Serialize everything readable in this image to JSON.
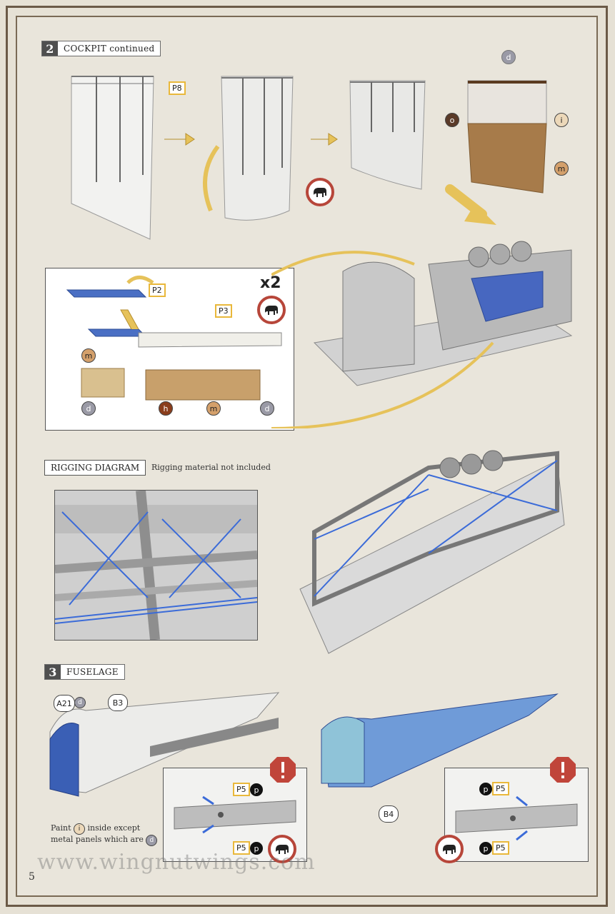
{
  "step2": {
    "number": "2",
    "label": "COCKPIT continued"
  },
  "rigging": {
    "label": "RIGGING DIAGRAM",
    "note": "Rigging material not included"
  },
  "step3": {
    "number": "3",
    "label": "FUSELAGE"
  },
  "parts": {
    "p8": "P8",
    "p2": "P2",
    "p3": "P3",
    "p5": "P5",
    "a21": "A21",
    "b3": "B3",
    "b4": "B4"
  },
  "paints": {
    "d": "d",
    "o": "o",
    "i": "i",
    "m": "m",
    "h": "h",
    "p": "p"
  },
  "multiplier": "x2",
  "paint_note": {
    "prefix": "Paint",
    "middle": "inside except",
    "line2": "metal panels which are"
  },
  "watermark": "www.wingnutwings.com",
  "page_number": "5",
  "icons": {
    "elephant": "elephant-icon",
    "warning": "exclamation-icon",
    "arrow": "arrow-icon"
  },
  "colors": {
    "tag_border": "#e9b83b",
    "blue_part": "#3a5fb5",
    "warning_red": "#c0453a"
  }
}
